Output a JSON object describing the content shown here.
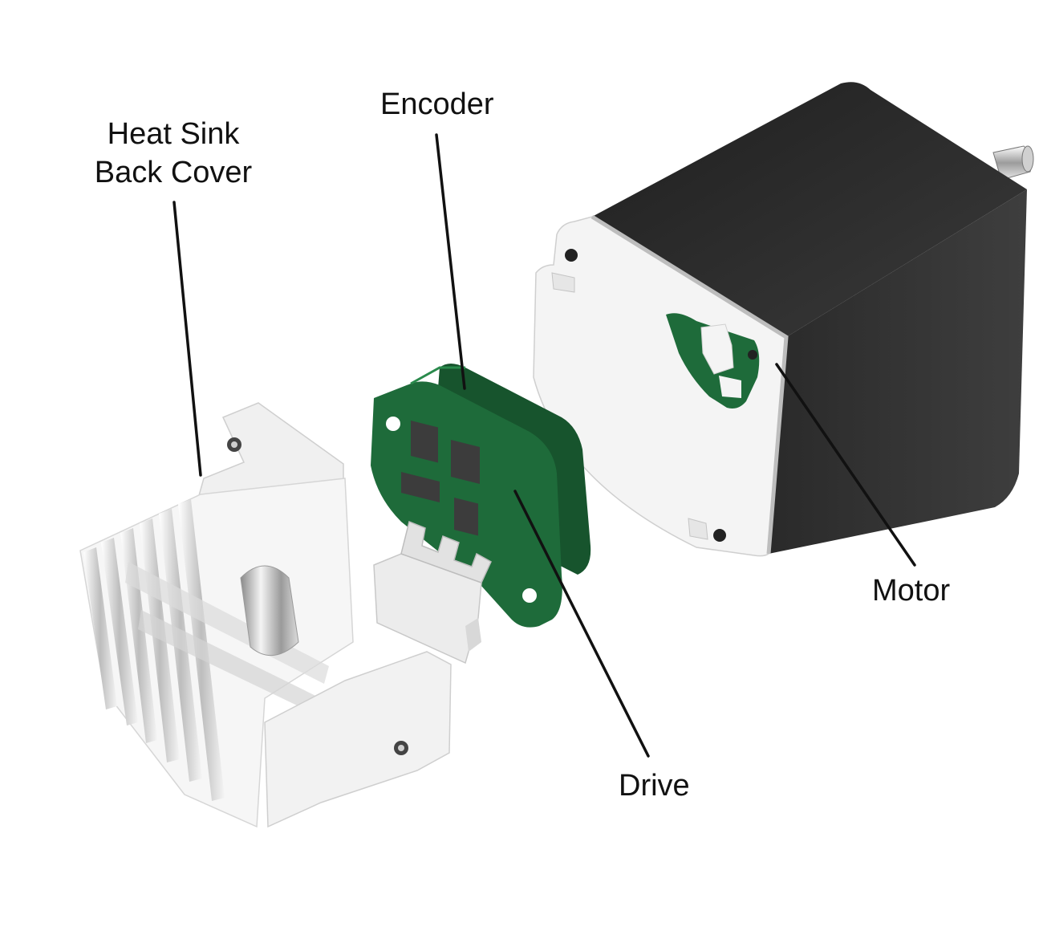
{
  "labels": {
    "heat_sink_line1": "Heat Sink",
    "heat_sink_line2": "Back Cover",
    "encoder": "Encoder",
    "motor": "Motor",
    "drive": "Drive"
  },
  "colors": {
    "pcb_green": "#1e6b3a",
    "motor_body": "#2e2e2e",
    "housing_white": "#f2f2f2",
    "chip_dark": "#3c3c3c",
    "leader_line": "#111111"
  }
}
